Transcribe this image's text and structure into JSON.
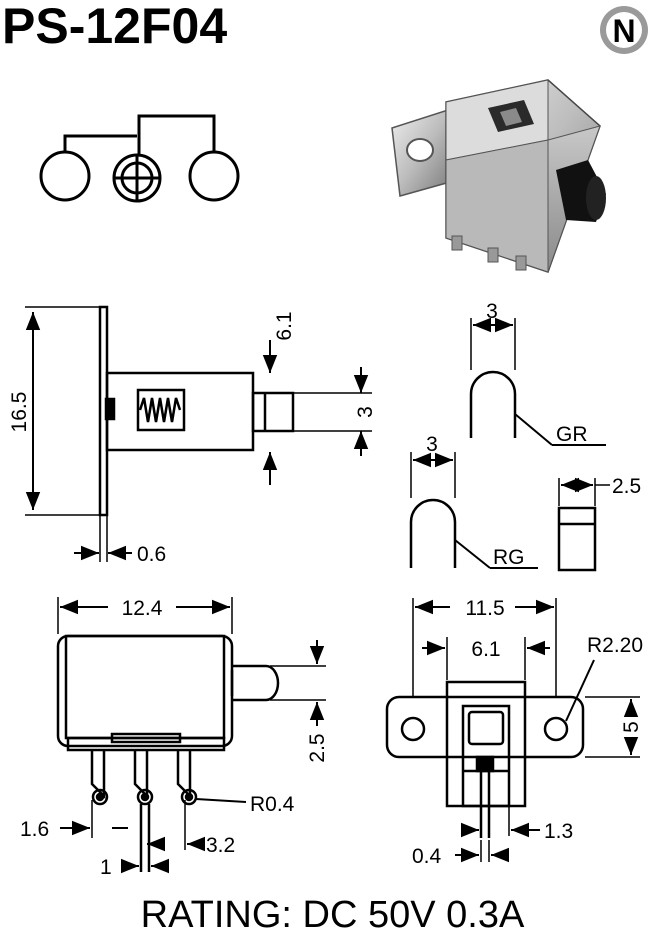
{
  "title": "PS-12F04",
  "rating": "RATING: DC 50V 0.3A",
  "logo_letter": "N",
  "dimensions": {
    "side_height": "16.5",
    "side_actuator_offset": "6.1",
    "side_actuator_height": "3",
    "side_plate_thickness": "0.6",
    "gr_width": "3",
    "gr_label": "GR",
    "rg_width": "3",
    "rg_label": "RG",
    "slot_width": "2.5",
    "front_width": "12.4",
    "front_actuator_height": "2.5",
    "front_pin_radius": "R0.4",
    "front_pin_edge": "1.6",
    "front_pin_pitch": "3.2",
    "front_pin_width": "1",
    "top_hole_span": "11.5",
    "top_body_width": "6.1",
    "top_hole_radius": "R2.20",
    "top_flange_height": "5",
    "top_pin_width": "0.4",
    "top_pin_offset": "1.3"
  },
  "colors": {
    "ink": "#000000",
    "logo_bg": "#9a9a9a",
    "metal_light": "#d9d9d9",
    "metal_mid": "#a8a8a8",
    "metal_dark": "#6e6e6e",
    "actuator": "#111111"
  }
}
